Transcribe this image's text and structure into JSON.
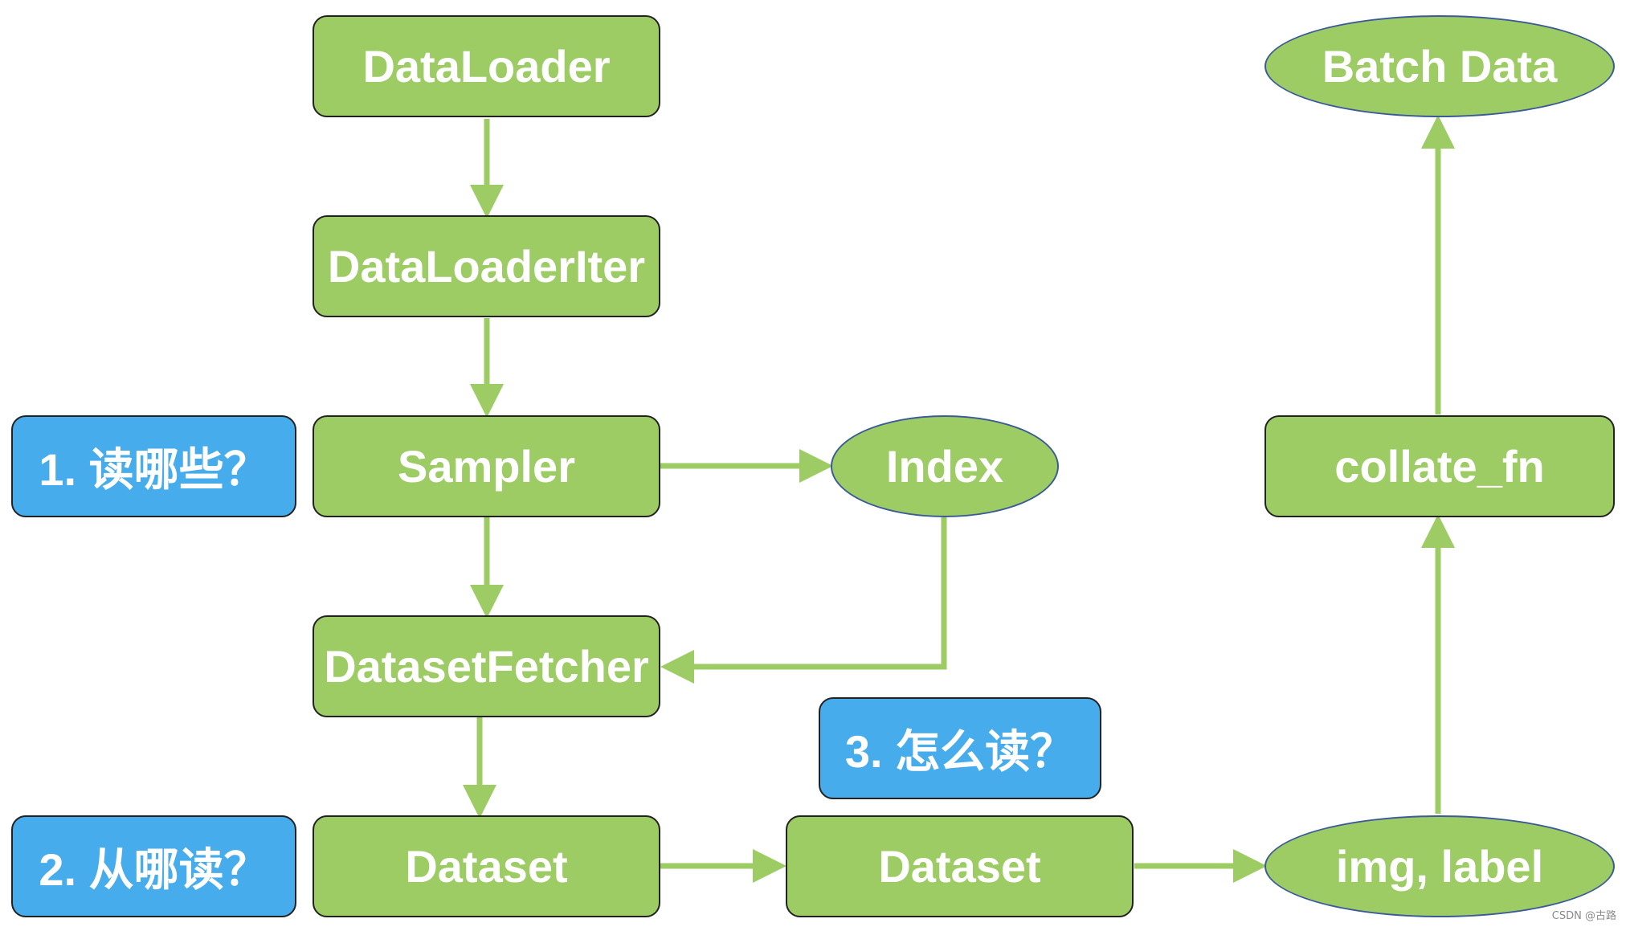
{
  "nodes": {
    "dataloader": "DataLoader",
    "dataloader_iter": "DataLoaderIter",
    "sampler": "Sampler",
    "index": "Index",
    "dataset_fetcher": "DatasetFetcher",
    "dataset_left": "Dataset",
    "dataset_right": "Dataset",
    "img_label": "img, label",
    "collate_fn": "collate_fn",
    "batch_data": "Batch Data"
  },
  "annotations": {
    "q1": "1. 读哪些？",
    "q2": "2. 从哪读？",
    "q3": "3. 怎么读？"
  },
  "watermark": "CSDN @古路",
  "colors": {
    "node_fill": "#9dcb64",
    "annotation_fill": "#46aceb",
    "edge": "#9dcb64",
    "box_border": "#222222",
    "ellipse_border": "#3b5b98"
  }
}
